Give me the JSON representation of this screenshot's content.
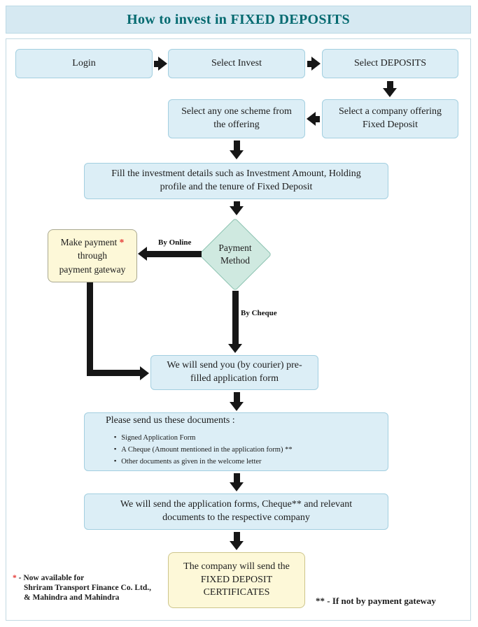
{
  "header": {
    "title": "How to invest in FIXED DEPOSITS"
  },
  "flow": {
    "login": "Login",
    "select_invest": "Select Invest",
    "select_deposits": "Select DEPOSITS",
    "select_company": "Select a company offering Fixed Deposit",
    "select_scheme": "Select any one scheme from the offering",
    "fill_details": "Fill the investment details such as Investment Amount, Holding profile and the tenure of Fixed Deposit",
    "payment_method": "Payment Method",
    "make_payment": {
      "line1": "Make payment",
      "star": "*",
      "line2": "through",
      "line3": "payment gateway"
    },
    "courier": "We will send you (by courier) pre-filled application form",
    "documents": {
      "title": "Please send us these documents :",
      "items": [
        "Signed Application Form",
        "A Cheque (Amount mentioned in the application form) **",
        "Other documents as given in the welcome letter"
      ]
    },
    "send_to_company": "We will send the application forms, Cheque** and relevant documents to the respective company",
    "certificates": "The company will send the FIXED DEPOSIT CERTIFICATES"
  },
  "edge_labels": {
    "by_online": "By Online",
    "by_cheque": "By Cheque"
  },
  "footnotes": {
    "left": {
      "star": "*",
      "line1": "- Now available for",
      "line2": "Shriram Transport Finance Co. Ltd.,",
      "line3": "& Mahindra and Mahindra"
    },
    "right": "** - If not by  payment gateway"
  },
  "colors": {
    "header_bg": "#d6e9f2",
    "header_text": "#046a70",
    "box_fill": "#dceef6",
    "box_border": "#a3cfe0",
    "diamond_fill": "#cfe9e0",
    "diamond_border": "#8ec4b2",
    "yellow_fill": "#fdf8d8",
    "arrow": "#161616",
    "accent_red": "#e53935"
  }
}
